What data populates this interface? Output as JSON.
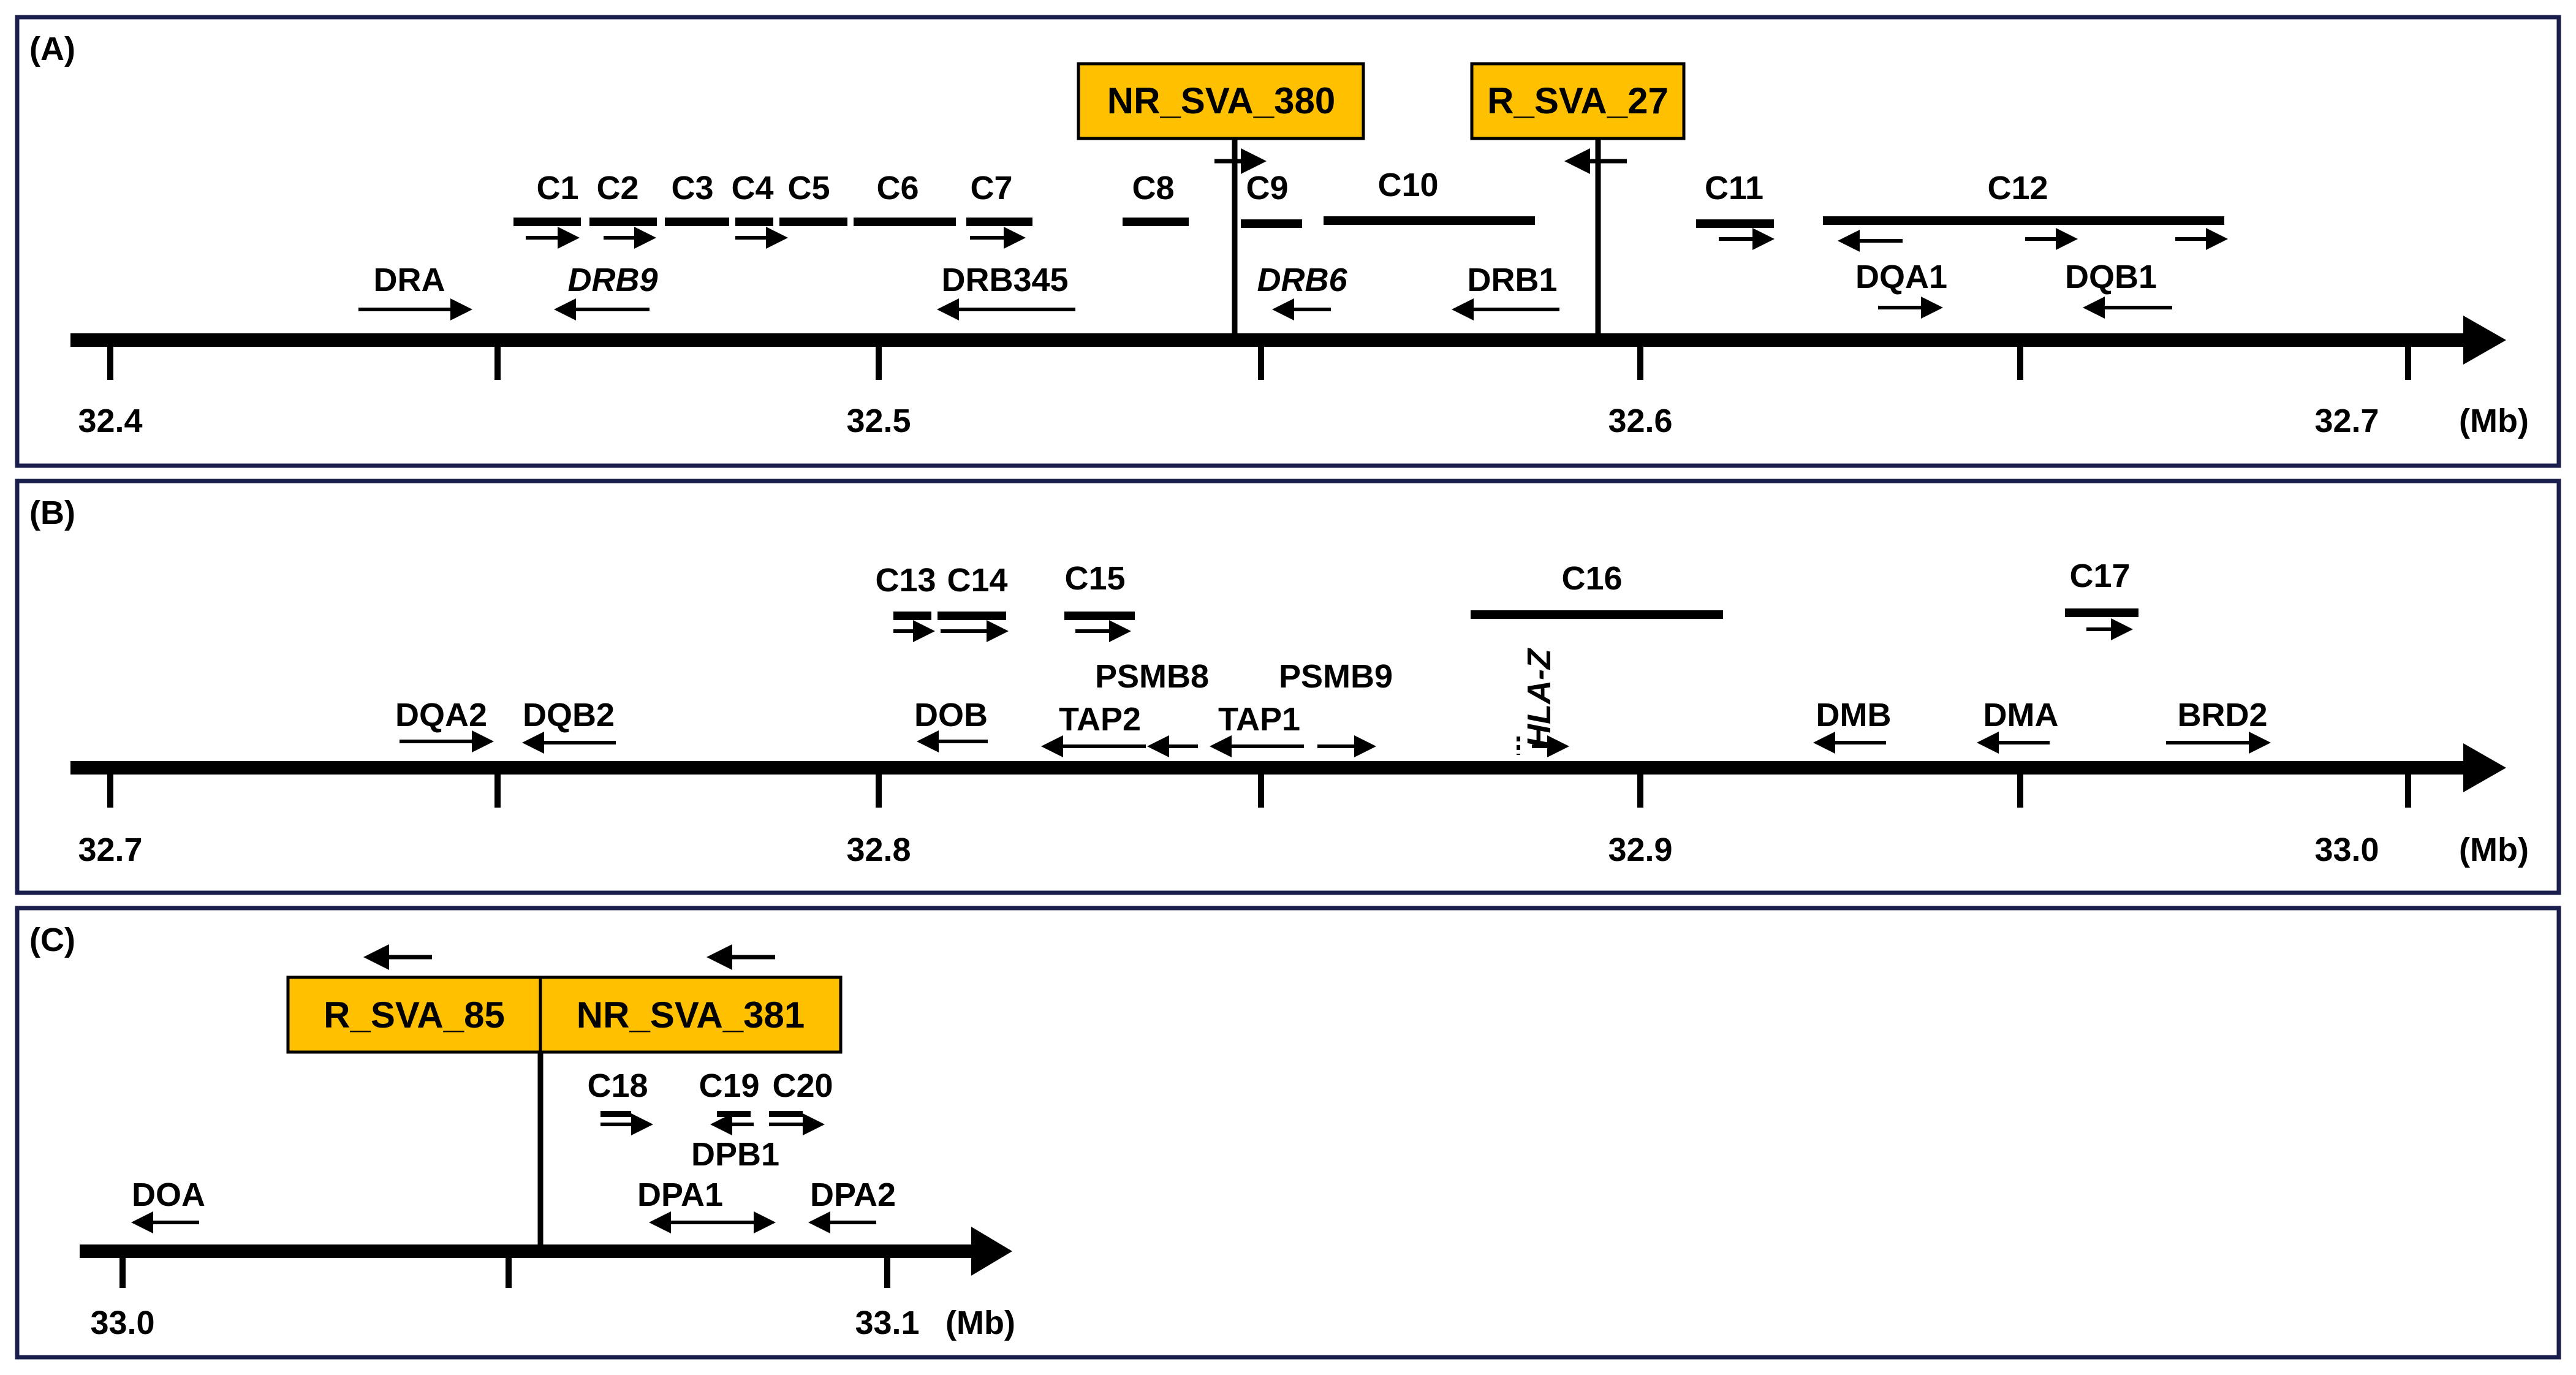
{
  "colors": {
    "border": "#1a1f4d",
    "sva_fill": "#ffc000",
    "ink": "#000000",
    "background": "#ffffff"
  },
  "unit": "(Mb)",
  "panels": [
    {
      "id": "A",
      "label": "(A)",
      "ticks": [
        {
          "value": 32.4,
          "label": "32.4"
        },
        {
          "value": 32.45,
          "label": ""
        },
        {
          "value": 32.5,
          "label": "32.5"
        },
        {
          "value": 32.55,
          "label": ""
        },
        {
          "value": 32.6,
          "label": "32.6"
        },
        {
          "value": 32.65,
          "label": ""
        },
        {
          "value": 32.7,
          "label": "32.7"
        }
      ],
      "svas": [
        {
          "label": "NR_SVA_380",
          "arrow": "right"
        },
        {
          "label": "R_SVA_27",
          "arrow": "left"
        }
      ],
      "clusters": [
        "C1",
        "C2",
        "C3",
        "C4",
        "C5",
        "C6",
        "C7",
        "C8",
        "C9",
        "C10",
        "C11",
        "C12"
      ],
      "genes": [
        {
          "label": "DRA",
          "style": "normal"
        },
        {
          "label": "DRB9",
          "style": "italic"
        },
        {
          "label": "DRB345",
          "style": "normal"
        },
        {
          "label": "DRB6",
          "style": "italic"
        },
        {
          "label": "DRB1",
          "style": "normal"
        },
        {
          "label": "DQA1",
          "style": "normal"
        },
        {
          "label": "DQB1",
          "style": "normal"
        }
      ]
    },
    {
      "id": "B",
      "label": "(B)",
      "ticks": [
        {
          "value": 32.7,
          "label": "32.7"
        },
        {
          "value": 32.75,
          "label": ""
        },
        {
          "value": 32.8,
          "label": "32.8"
        },
        {
          "value": 32.85,
          "label": ""
        },
        {
          "value": 32.9,
          "label": "32.9"
        },
        {
          "value": 32.95,
          "label": ""
        },
        {
          "value": 33.0,
          "label": "33.0"
        }
      ],
      "clusters": [
        "C13",
        "C14",
        "C15",
        "C16",
        "C17"
      ],
      "genes": [
        {
          "label": "DQA2",
          "style": "normal"
        },
        {
          "label": "DQB2",
          "style": "normal"
        },
        {
          "label": "DOB",
          "style": "normal"
        },
        {
          "label": "PSMB8",
          "style": "normal"
        },
        {
          "label": "TAP2",
          "style": "normal"
        },
        {
          "label": "PSMB9",
          "style": "normal"
        },
        {
          "label": "TAP1",
          "style": "normal"
        },
        {
          "label": "HLA-Z",
          "style": "italic"
        },
        {
          "label": "DMB",
          "style": "normal"
        },
        {
          "label": "DMA",
          "style": "normal"
        },
        {
          "label": "BRD2",
          "style": "normal"
        }
      ]
    },
    {
      "id": "C",
      "label": "(C)",
      "ticks": [
        {
          "value": 33.0,
          "label": "33.0"
        },
        {
          "value": 33.05,
          "label": ""
        },
        {
          "value": 33.1,
          "label": "33.1"
        }
      ],
      "svas": [
        {
          "label": "R_SVA_85",
          "arrow": "left"
        },
        {
          "label": "NR_SVA_381",
          "arrow": "left"
        }
      ],
      "clusters": [
        "C18",
        "C19",
        "C20"
      ],
      "genes": [
        {
          "label": "DOA",
          "style": "normal"
        },
        {
          "label": "DPB1",
          "style": "normal"
        },
        {
          "label": "DPA1",
          "style": "normal"
        },
        {
          "label": "DPA2",
          "style": "normal"
        }
      ]
    }
  ]
}
